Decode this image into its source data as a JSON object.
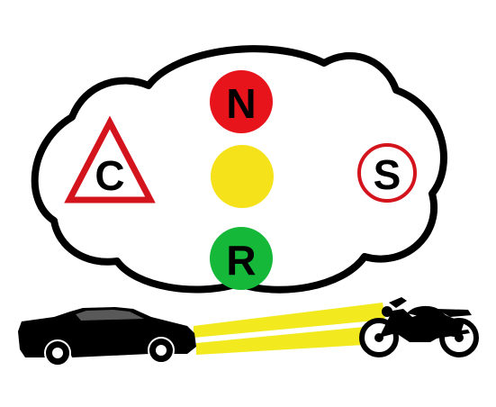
{
  "logo": {
    "letters": {
      "top": "N",
      "left": "C",
      "right": "S",
      "bottom": "R"
    }
  },
  "colors": {
    "outline": "#000000",
    "red_light": "#e8141c",
    "amber_light": "#f5e21a",
    "green_light": "#16b83a",
    "warning_red": "#d4141c",
    "headlight_beam": "#f2ea1e",
    "vehicle": "#000000"
  },
  "icons": {
    "left": "warning-triangle-icon",
    "right": "circle-sign-icon",
    "car": "car-icon",
    "motorcycle": "motorcycle-icon"
  }
}
